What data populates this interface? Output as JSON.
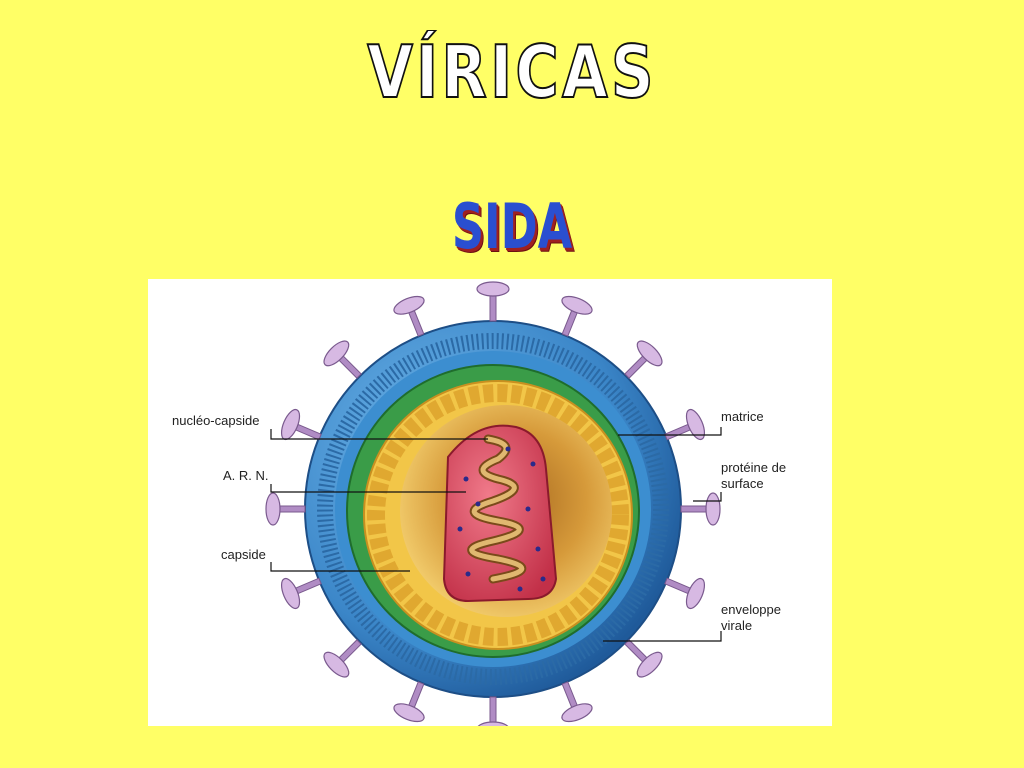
{
  "title": "VÍRICAS",
  "subtitle": "SIDA",
  "diagram": {
    "labels": {
      "nucleocapside": "nucléo-capside",
      "arn": "A. R. N.",
      "capside": "capside",
      "matrice": "matrice",
      "proteine_line1": "protéine de",
      "proteine_line2": "surface",
      "enveloppe_line1": "enveloppe",
      "enveloppe_line2": "virale"
    },
    "colors": {
      "envelope": "#3f8fd0",
      "membrane": "#2c6aa8",
      "matrix": "#3aa04a",
      "capsid": "#f2c648",
      "nucleocapsid": "#d94a60",
      "spike": "#c9a7d6",
      "rna": "#c98a3a"
    }
  }
}
